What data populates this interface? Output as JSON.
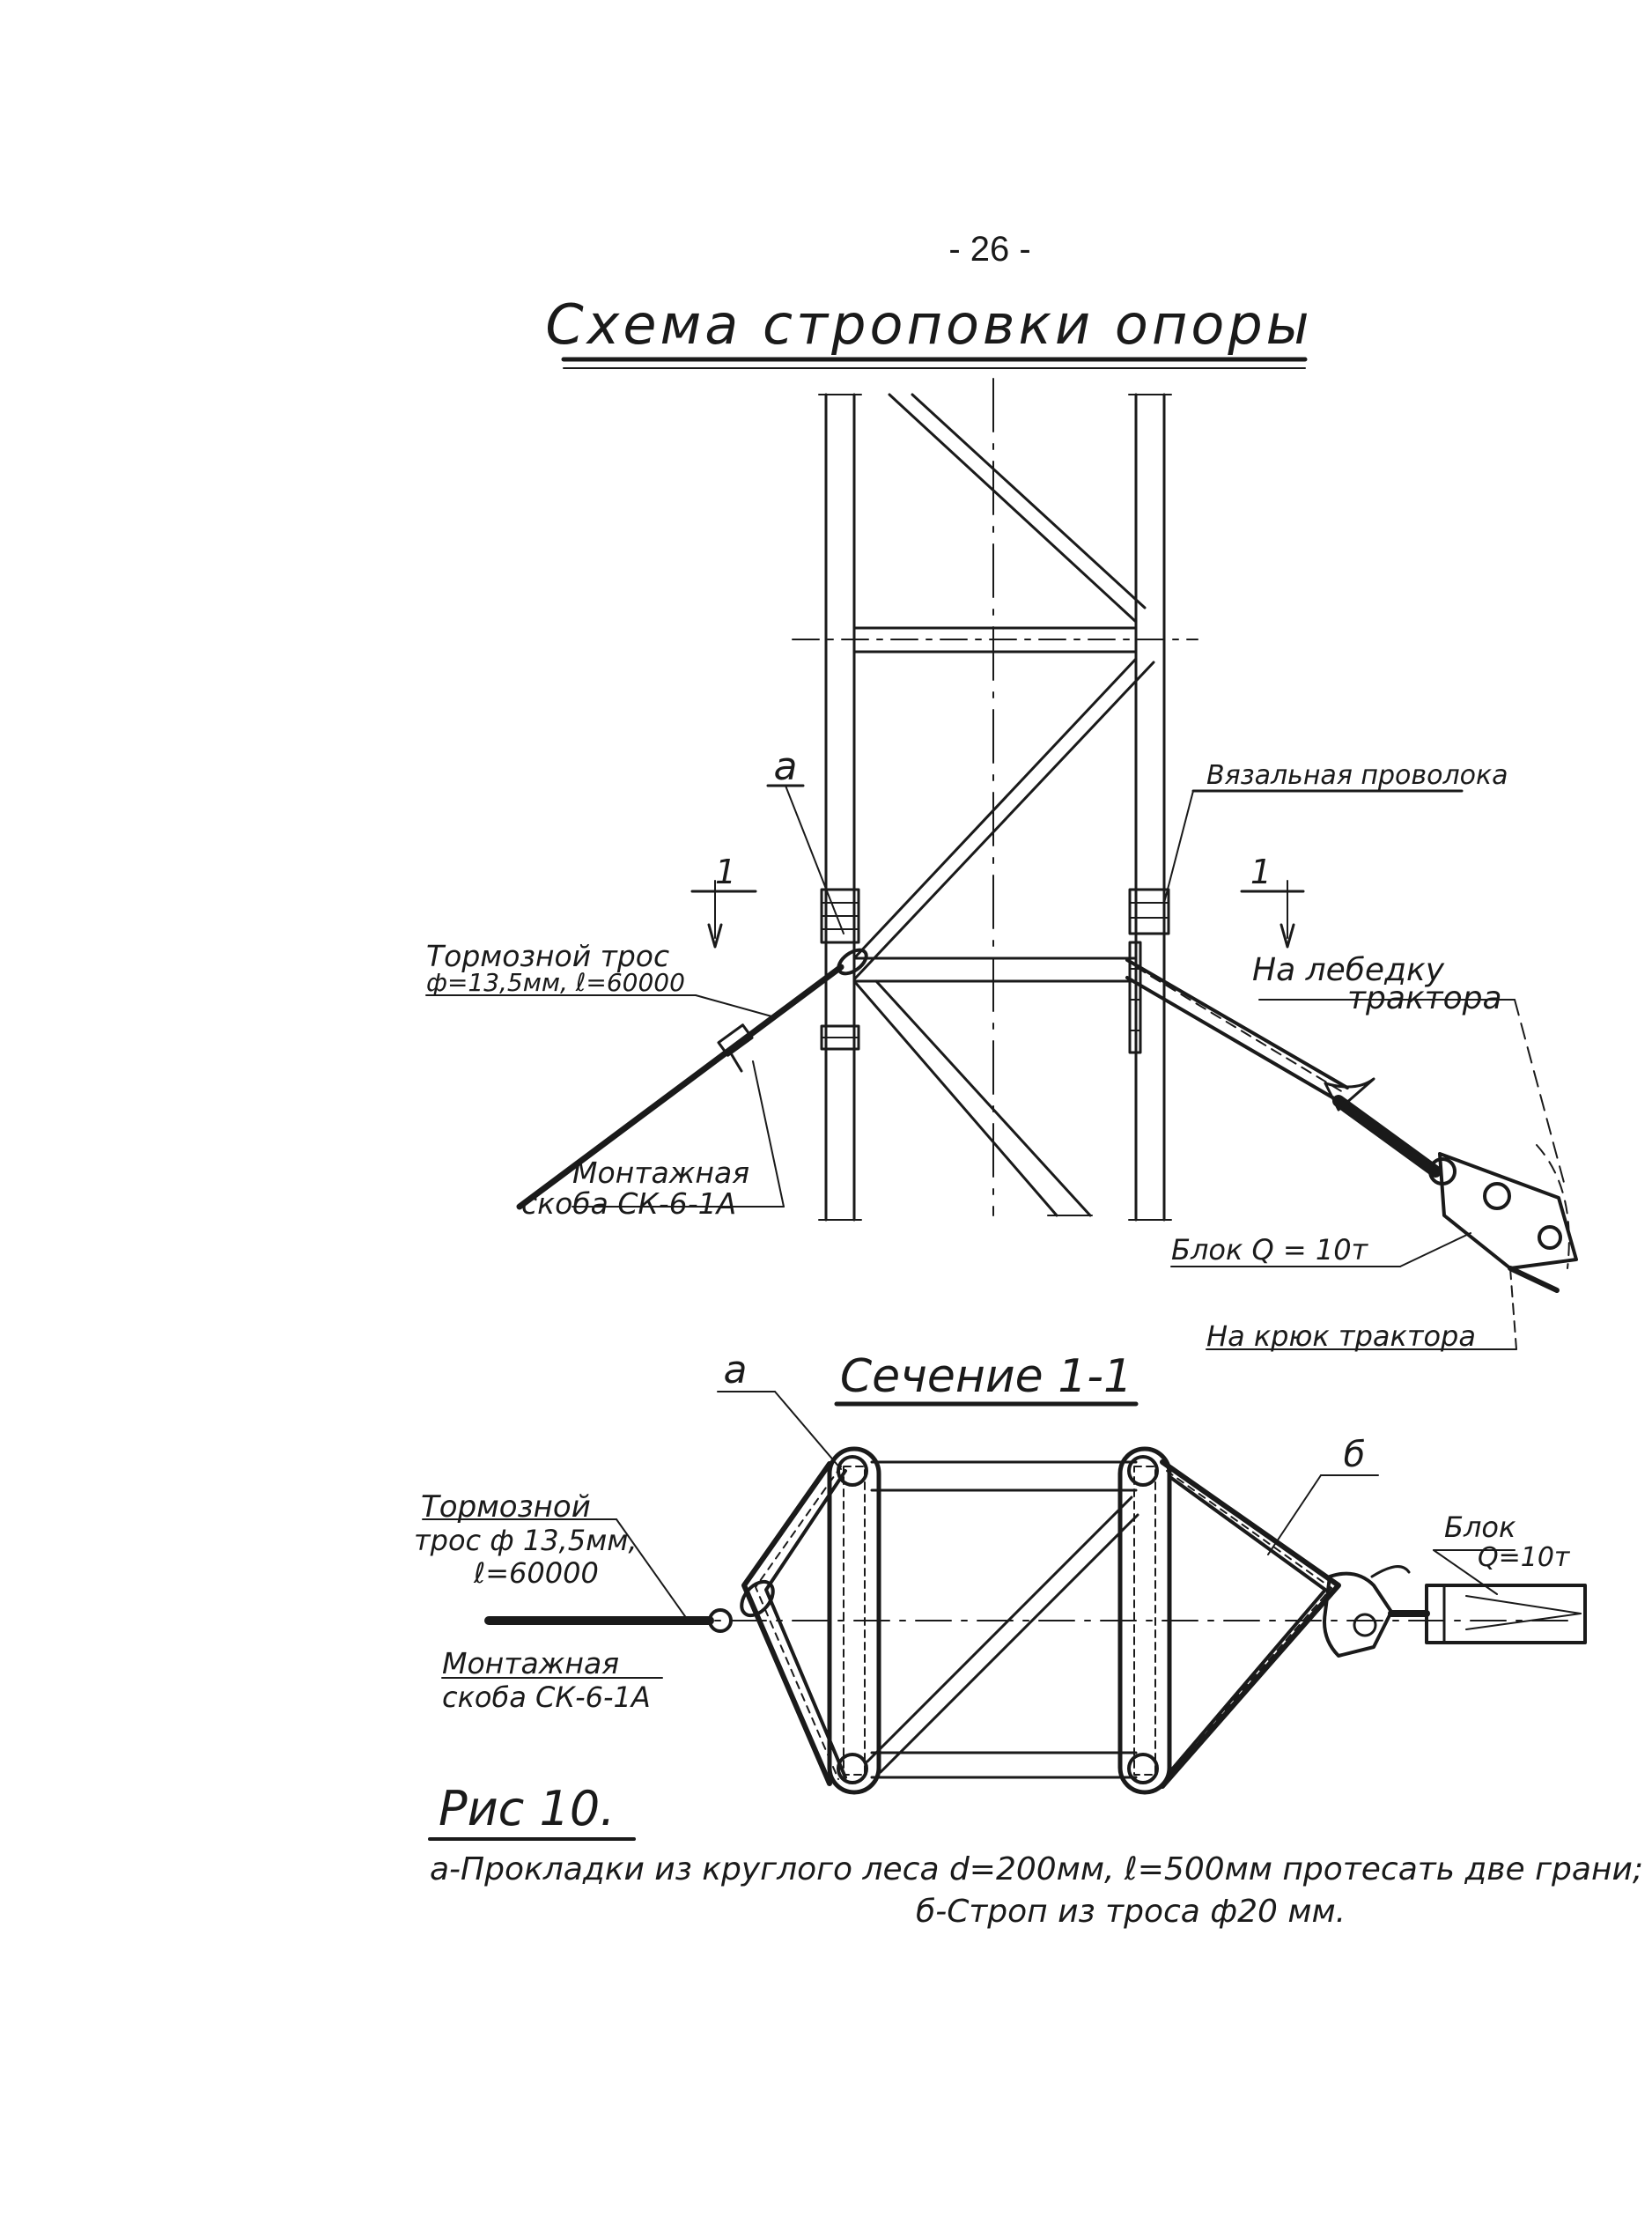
{
  "page_number": "- 26 -",
  "title": "Схема строповки опоры",
  "callouts": {
    "a_top": "а",
    "a_section": "а",
    "b_section": "б",
    "section_mark_left": "1",
    "section_mark_right": "1",
    "binding_wire": "Вязальная проволока",
    "brake_cable_line1": "Тормозной трос",
    "brake_cable_line2": "ф=13,5мм, ℓ=60000",
    "to_winch_line1": "На лебедку",
    "to_winch_line2": "трактора",
    "clamp_line1": "Монтажная",
    "clamp_line2": "скоба СК-6-1А",
    "block": "Блок  Q = 10т",
    "hook": "На крюк трактора"
  },
  "section_title": "Сечение 1-1",
  "section_callouts": {
    "brake_cable_line1": "Тормозной",
    "brake_cable_line2": "трос ф 13,5мм,",
    "brake_cable_line3": "ℓ=60000",
    "clamp_line1": "Монтажная",
    "clamp_line2": "скоба СК-6-1А",
    "block_line1": "Блок",
    "block_line2": "Q=10т"
  },
  "figure": {
    "label": "Рис  10.",
    "note_line1": "а-Прокладки из круглого леса d=200мм, ℓ=500мм протесать две грани;",
    "note_line2": "б-Строп из троса ф20  мм."
  }
}
